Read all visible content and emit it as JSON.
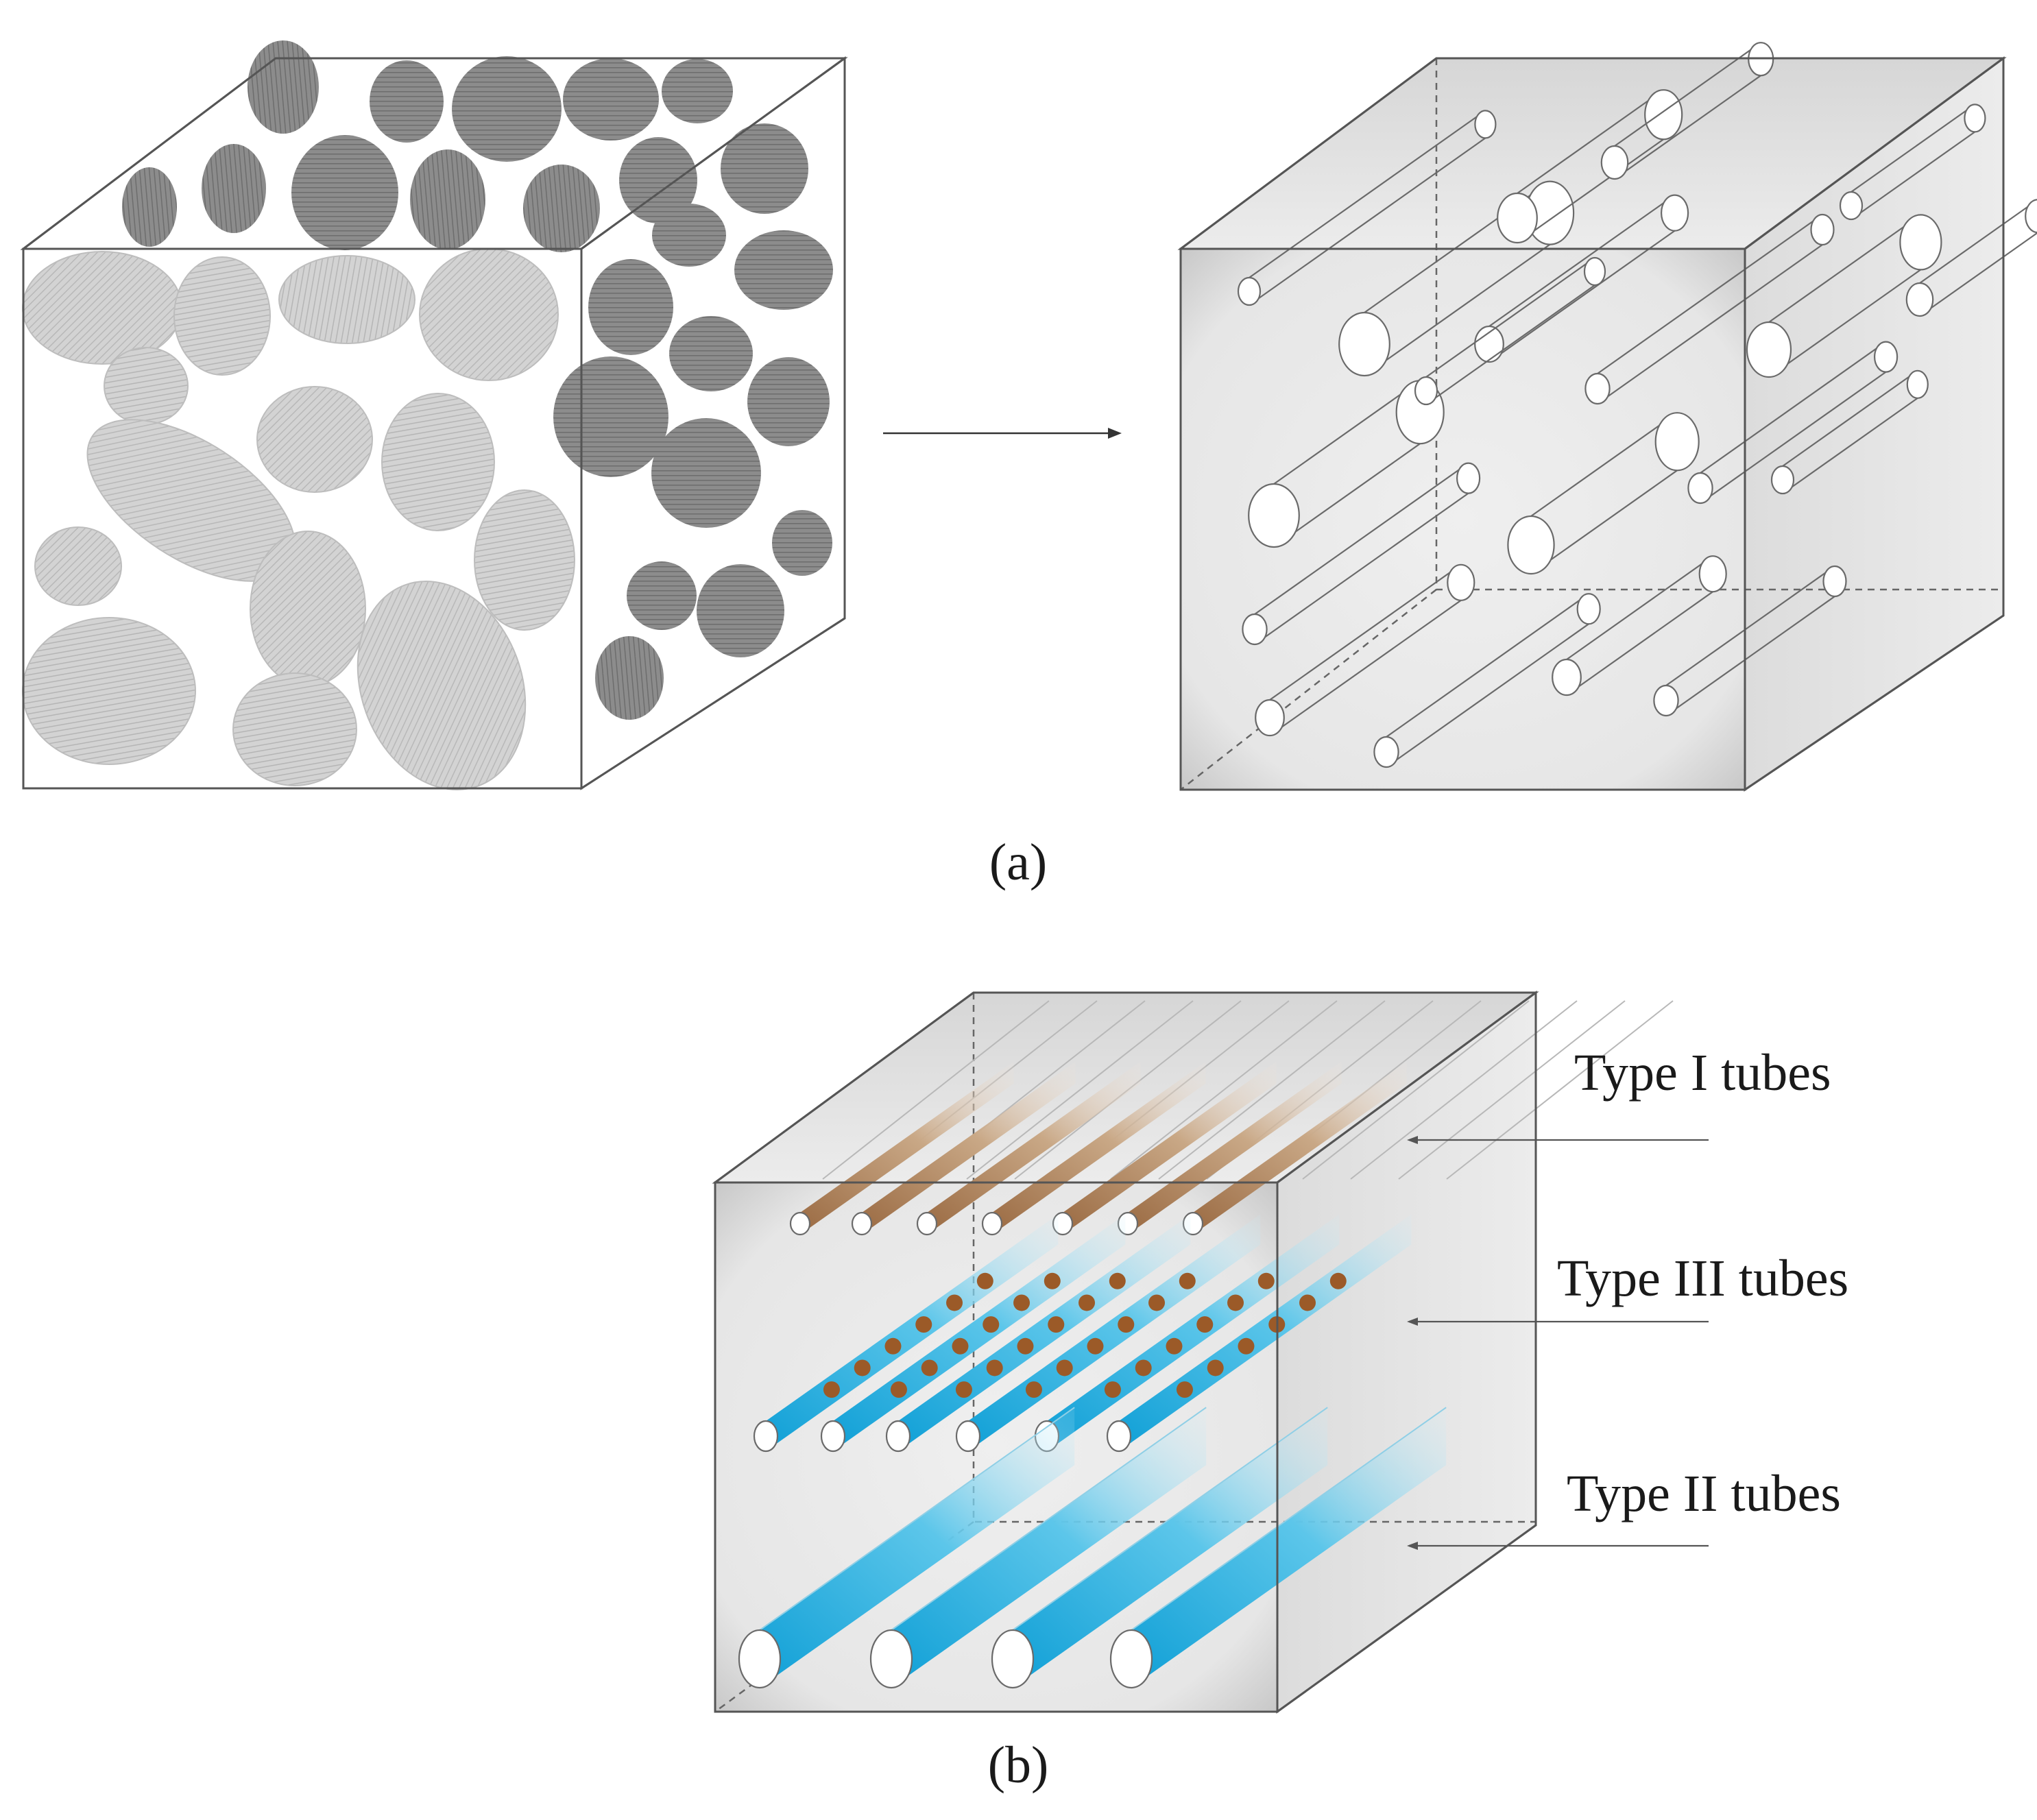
{
  "panels": [
    {
      "id": "a",
      "label": "(a)"
    },
    {
      "id": "b",
      "label": "(b)"
    }
  ],
  "tube_labels": [
    {
      "id": "type-i",
      "text": "Type I tubes"
    },
    {
      "id": "type-iii",
      "text": "Type III tubes"
    },
    {
      "id": "type-ii",
      "text": "Type II tubes"
    }
  ],
  "colors": {
    "grain_front": "#cfcfcf",
    "grain_side": "#8e8e8e",
    "cube_fill": "#ececec",
    "tube_brown": "#a0714a",
    "tube_blue": "#19a6d8",
    "dot_brown": "#9b5a28"
  }
}
